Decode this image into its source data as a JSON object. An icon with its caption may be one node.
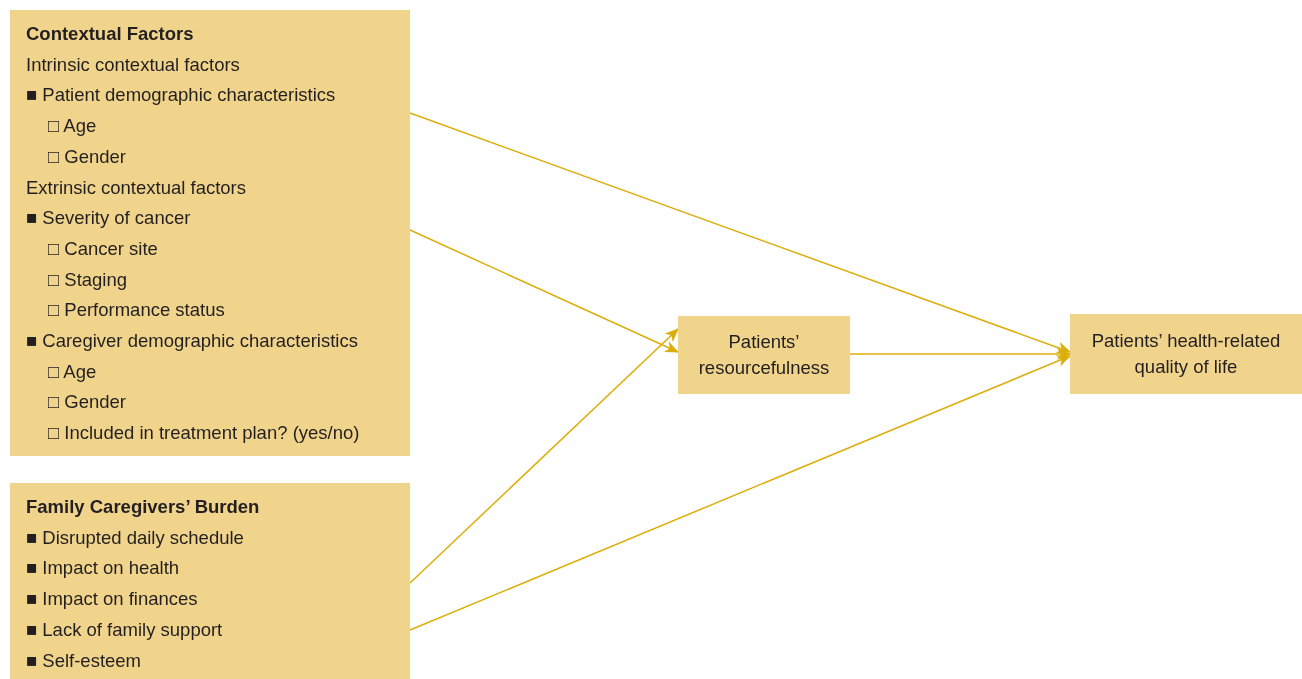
{
  "diagram": {
    "nodes": [
      {
        "text": [
          "Contextual Factors",
          "Intrinsic contextual factors",
          "■ Patient demographic characteristics",
          "□ Age",
          "□ Gender",
          "Extrinsic contextual factors",
          "■ Severity of cancer",
          "□ Cancer site",
          "□ Staging",
          "□ Performance status",
          "■ Caregiver demographic characteristics",
          "□ Age",
          "□ Gender",
          "□ Included in treatment plan? (yes/no)"
        ]
      },
      {
        "text": [
          "Family Caregivers’ Burden",
          "■ Disrupted daily schedule",
          "■ Impact on health",
          "■ Impact on finances",
          "■ Lack of family support",
          "■ Self-esteem"
        ]
      },
      {
        "text": [
          "Patients’ resourcefulness"
        ]
      },
      {
        "text": [
          "Patients’ health-related quality of life"
        ]
      }
    ],
    "edges": [
      {
        "from": 0,
        "to": 3,
        "arrow": "to"
      },
      {
        "from": 0,
        "to": 2,
        "arrow": "to"
      },
      {
        "from": 1,
        "to": 2,
        "arrow": "to"
      },
      {
        "from": 1,
        "to": 3,
        "arrow": "to"
      },
      {
        "from": 2,
        "to": 3,
        "arrow": "to"
      }
    ]
  }
}
